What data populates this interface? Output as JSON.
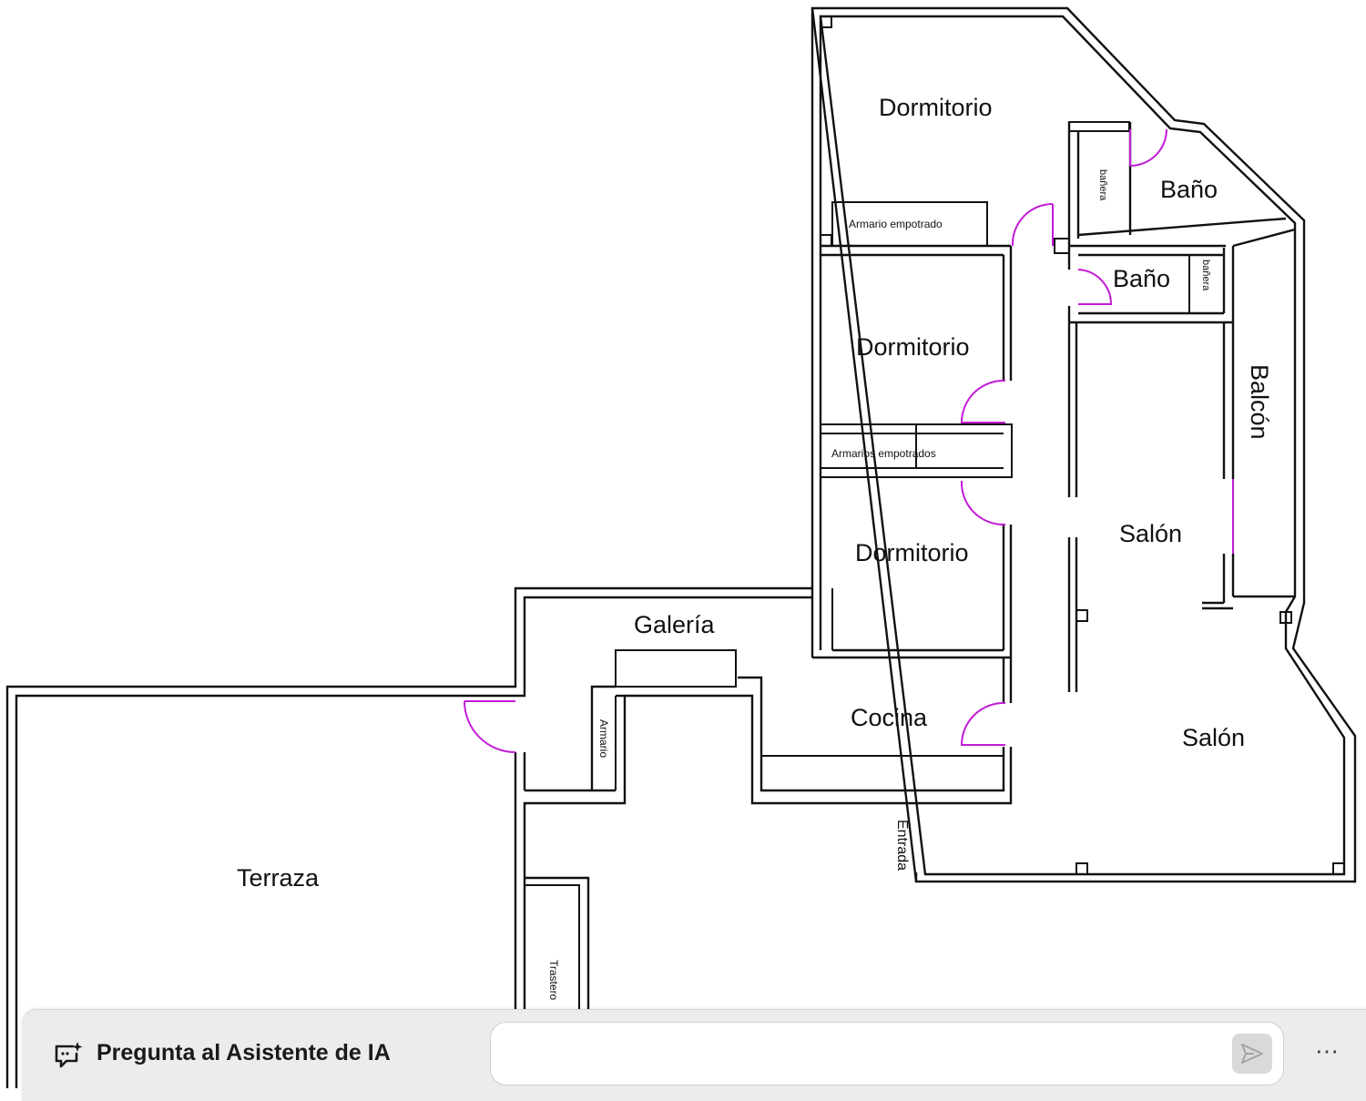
{
  "floor_plan": {
    "rooms": {
      "dormitorio_1": "Dormitorio",
      "bano_1": "Baño",
      "bano_2": "Baño",
      "dormitorio_2": "Dormitorio",
      "dormitorio_3": "Dormitorio",
      "balcon": "Balcón",
      "salon_1": "Salón",
      "salon_2": "Salón",
      "galeria": "Galería",
      "cocina": "Cocina",
      "terraza": "Terraza"
    },
    "fixtures": {
      "armario_empotrado": "Armario empotrado",
      "armarios_empotrados": "Armarios empotrados",
      "banera_1": "bañera",
      "banera_2": "bañera",
      "armario": "Armario",
      "trastero": "Trastero",
      "entrada": "Entrada"
    },
    "colors": {
      "wall": "#111111",
      "door": "#c21bd6"
    }
  },
  "ai_assistant": {
    "label": "Pregunta al Asistente de IA",
    "input_value": "",
    "send_icon": "send-icon",
    "more_icon": "more-options-icon"
  }
}
